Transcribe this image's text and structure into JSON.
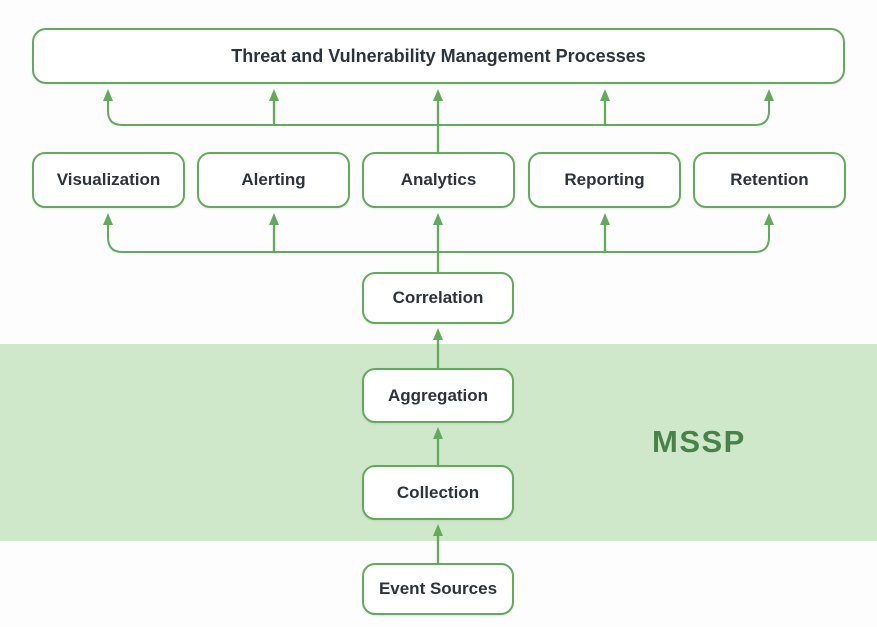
{
  "colors": {
    "line_green": "#63ab5c",
    "band_green": "#cfe8c9",
    "mssp_text": "#48824b",
    "label_text": "#2d333d",
    "node_fill": "#ffffff",
    "page_bg": "#fdfdfd"
  },
  "diagram": {
    "top_node": {
      "label": "Threat and Vulnerability Management Processes"
    },
    "process_row": [
      {
        "label": "Visualization"
      },
      {
        "label": "Alerting"
      },
      {
        "label": "Analytics"
      },
      {
        "label": "Reporting"
      },
      {
        "label": "Retention"
      }
    ],
    "pipeline": {
      "correlation": {
        "label": "Correlation"
      },
      "aggregation": {
        "label": "Aggregation"
      },
      "collection": {
        "label": "Collection"
      },
      "event_sources": {
        "label": "Event Sources"
      }
    },
    "mssp_region": {
      "label": "MSSP"
    }
  }
}
